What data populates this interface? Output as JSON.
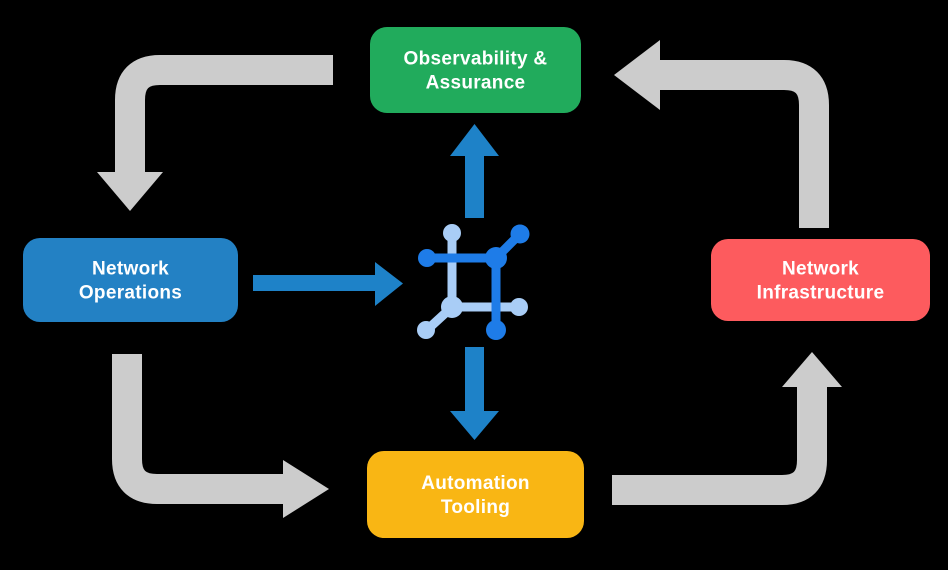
{
  "diagram": {
    "name": "network-automation-cycle",
    "nodes": [
      {
        "id": "observability-assurance",
        "label": "Observability & Assurance",
        "line1": "Observability &",
        "line2": "Assurance",
        "color": "#21ab5c"
      },
      {
        "id": "network-operations",
        "label": "Network Operations",
        "line1": "Network",
        "line2": "Operations",
        "color": "#2381c4"
      },
      {
        "id": "network-infrastructure",
        "label": "Network Infrastructure",
        "line1": "Network",
        "line2": "Infrastructure",
        "color": "#fd5b5e"
      },
      {
        "id": "automation-tooling",
        "label": "Automation Tooling",
        "line1": "Automation",
        "line2": "Tooling",
        "color": "#f9b614"
      }
    ],
    "center_icon": {
      "name": "network-automation-icon",
      "dark_blue": "#1e7ce8",
      "light_blue": "#a9cdf6"
    },
    "edges": [
      {
        "from": "observability-assurance",
        "to": "network-operations",
        "style": "gray-curved"
      },
      {
        "from": "network-operations",
        "to": "automation-tooling",
        "style": "gray-curved"
      },
      {
        "from": "automation-tooling",
        "to": "network-infrastructure",
        "style": "gray-curved"
      },
      {
        "from": "network-infrastructure",
        "to": "observability-assurance",
        "style": "gray-curved"
      },
      {
        "from": "network-operations",
        "to": "center-icon",
        "style": "blue-straight"
      },
      {
        "from": "center-icon",
        "to": "observability-assurance",
        "style": "blue-straight"
      },
      {
        "from": "center-icon",
        "to": "automation-tooling",
        "style": "blue-straight"
      }
    ],
    "colors": {
      "background": "#000000",
      "arrow_gray": "#cccccc",
      "arrow_blue": "#1e82c8",
      "label_text": "#ffffff"
    }
  }
}
